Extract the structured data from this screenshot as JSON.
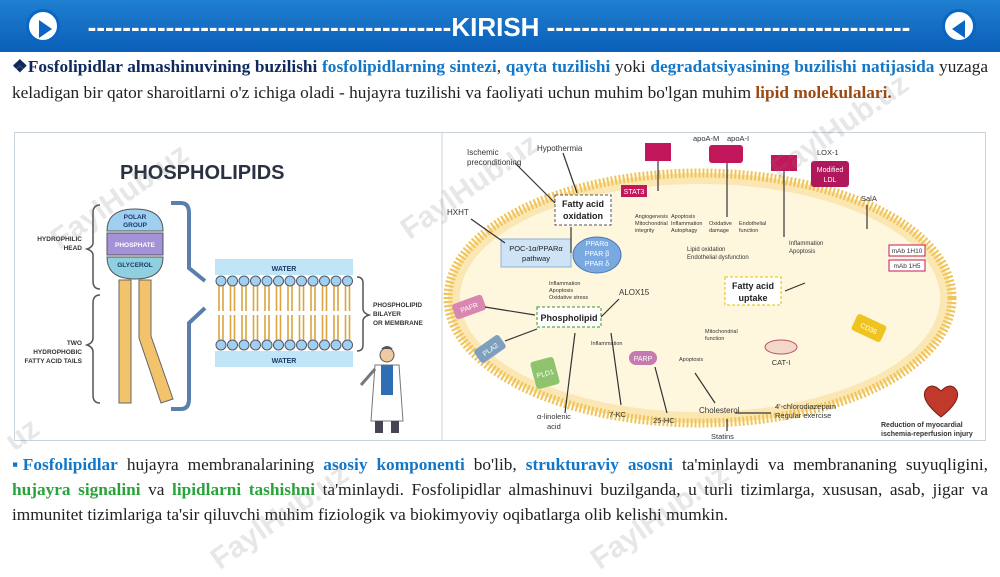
{
  "header": {
    "title": "------------------------------------------KIRISH ------------------------------------------",
    "prev_icon": "play-left-icon",
    "next_icon": "play-right-icon"
  },
  "intro": {
    "bullet": "❖",
    "s1": "Fosfolipidlar almashinuvining buzilishi",
    "s2": " ",
    "s3": "fosfolipidlarning sintezi",
    "s4": ", ",
    "s5": "qayta tuzilishi",
    "s6": " yoki ",
    "s7": "degradatsiyasining buzilishi natijasida",
    "s8": " yuzaga keladigan bir qator sharoitlarni o'z ichiga oladi - hujayra tuzilishi va faoliyati uchun muhim bo'lgan muhim ",
    "s9": "lipid molekulalari."
  },
  "figure_left": {
    "title": "PHOSPHOLIPIDS",
    "polar": "POLAR",
    "group": "GROUP",
    "phosphate": "PHOSPHATE",
    "glycerol": "GLYCEROL",
    "hydrophilic": "HYDROPHILIC",
    "head": "HEAD",
    "two": "TWO",
    "hydrophobic": "HYDROPHOBIC",
    "tails": "FATTY ACID TAILS",
    "water_top": "WATER",
    "water_bottom": "WATER",
    "bilayer1": "PHOSPHOLIPID",
    "bilayer2": "BILAYER",
    "bilayer3": "OR MEMBRANE"
  },
  "figure_right": {
    "hypothermia": "Hypothermia",
    "ischemic1": "Ischemic",
    "ischemic2": "preconditioning",
    "hxht": "HXHT",
    "fatty_ox1": "Fatty acid",
    "fatty_ox2": "oxidation",
    "poc1": "POC-1α/PPARα",
    "poc2": "pathway",
    "ppar1": "PPARα",
    "ppar2": "PPAR β",
    "ppar3": "PPAR δ",
    "stat3": "STAT3",
    "angio1": "Angiogenesis",
    "angio2": "Mitochondrial",
    "angio3": "integrity",
    "apop1": "Apoptosis",
    "apop2": "Inflammation",
    "apop3": "Autophagy",
    "apoam": "apoA-M",
    "apoai": "apoA-I",
    "oxid1": "Oxidative",
    "oxid2": "damage",
    "endo1": "Endothelial",
    "endo2": "function",
    "lox1": "LOX-1",
    "modified1": "Modified",
    "modified2": "LDL",
    "sala": "SalA",
    "infl_r": "Inflammation",
    "apop_r": "Apoptosis",
    "lipid_ox": "Lipid oxidation",
    "endo_dys": "Endothelial dysfunction",
    "infl_l1": "Inflammation",
    "infl_l2": "Apoptosis",
    "infl_l3": "Oxidative stress",
    "alox15": "ALOX15",
    "phospholipid": "Phospholipid",
    "pafr": "PAFR",
    "pla2": "PLA2",
    "pldi": "PLD1",
    "fatty_up1": "Fatty acid",
    "fatty_up2": "uptake",
    "mab1": "mAb 1H10",
    "mab2": "mAb 1H5",
    "cd36": "CD36",
    "mito1": "Mitochondrial",
    "mito2": "function",
    "cat1": "CAT-I",
    "infl_b": "Inflammation",
    "parp": "PARP",
    "apop_b": "Apoptosis",
    "alpha1": "α-linolenic",
    "alpha2": "acid",
    "kc7": "7-KC",
    "hc25": "25-HC",
    "cholesterol": "Cholesterol",
    "statins": "Statins",
    "chloro": "4'-chlorodiazepam",
    "exercise": "Regular exercise",
    "reduction1": "Reduction of myocardial",
    "reduction2": "ischemia-reperfusion injury"
  },
  "watermarks": [
    "FaylHub.uz",
    "FaylHub.uz",
    "FaylHub.uz",
    "FaylHub.uz",
    "FaylHub.uz",
    "uz"
  ],
  "body": {
    "bullet": "▪",
    "s1": "Fosfolipidlar",
    "s2": " hujayra membranalarining ",
    "s3": "asosiy komponenti",
    "s4": " bo'lib, ",
    "s5": "strukturaviy asosni",
    "s6": " ta'minlaydi va membrananing suyuqligini, ",
    "s7": "hujayra signalini",
    "s8": " va ",
    "s9": "lipidlarni tashishni",
    "s10": " ta'minlaydi. Fosfolipidlar almashinuvi buzilganda, u turli tizimlarga, xususan, asab, jigar va immunitet tizimlariga ta'sir qiluvchi muhim fiziologik va biokimyoviy oqibatlarga olib kelishi mumkin."
  },
  "colors": {
    "header": "#0b5fb8",
    "blue_text": "#1377c8",
    "green_text": "#2aa33a",
    "brown_text": "#9b4a12",
    "membrane": "#f3c66b"
  }
}
